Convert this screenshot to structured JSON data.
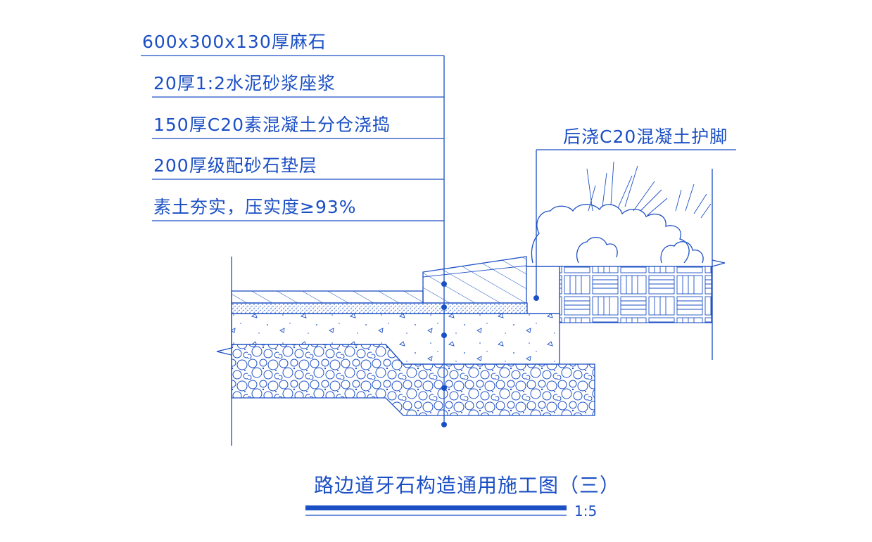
{
  "colors": {
    "line": "#1b4fc4",
    "background": "#ffffff"
  },
  "layers": [
    {
      "label": "600x300x130厚麻石"
    },
    {
      "label": "20厚1:2水泥砂浆座浆"
    },
    {
      "label": "150厚C20素混凝土分仓浇捣"
    },
    {
      "label": "200厚级配砂石垫层"
    },
    {
      "label": "素土夯实，压实度≥93%"
    }
  ],
  "callout": {
    "label": "后浇C20混凝土护脚"
  },
  "title": {
    "text": "路边道牙石构造通用施工图（三）",
    "scale": "1:5"
  }
}
